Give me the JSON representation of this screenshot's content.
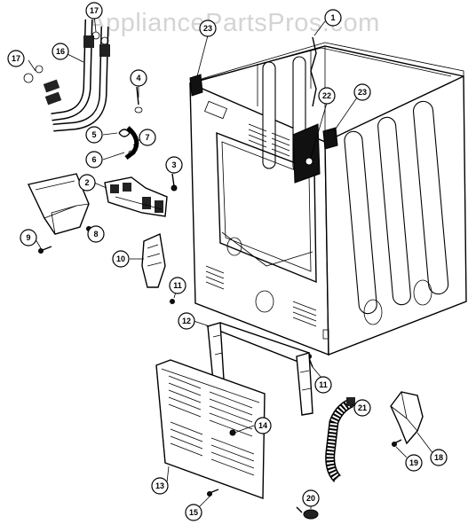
{
  "watermark": "AppliancePartsPros.com",
  "callouts": [
    "1",
    "2",
    "3",
    "4",
    "5",
    "6",
    "7",
    "8",
    "9",
    "10",
    "11",
    "11",
    "12",
    "13",
    "14",
    "15",
    "16",
    "17",
    "17",
    "18",
    "19",
    "20",
    "21",
    "22",
    "23",
    "23"
  ]
}
